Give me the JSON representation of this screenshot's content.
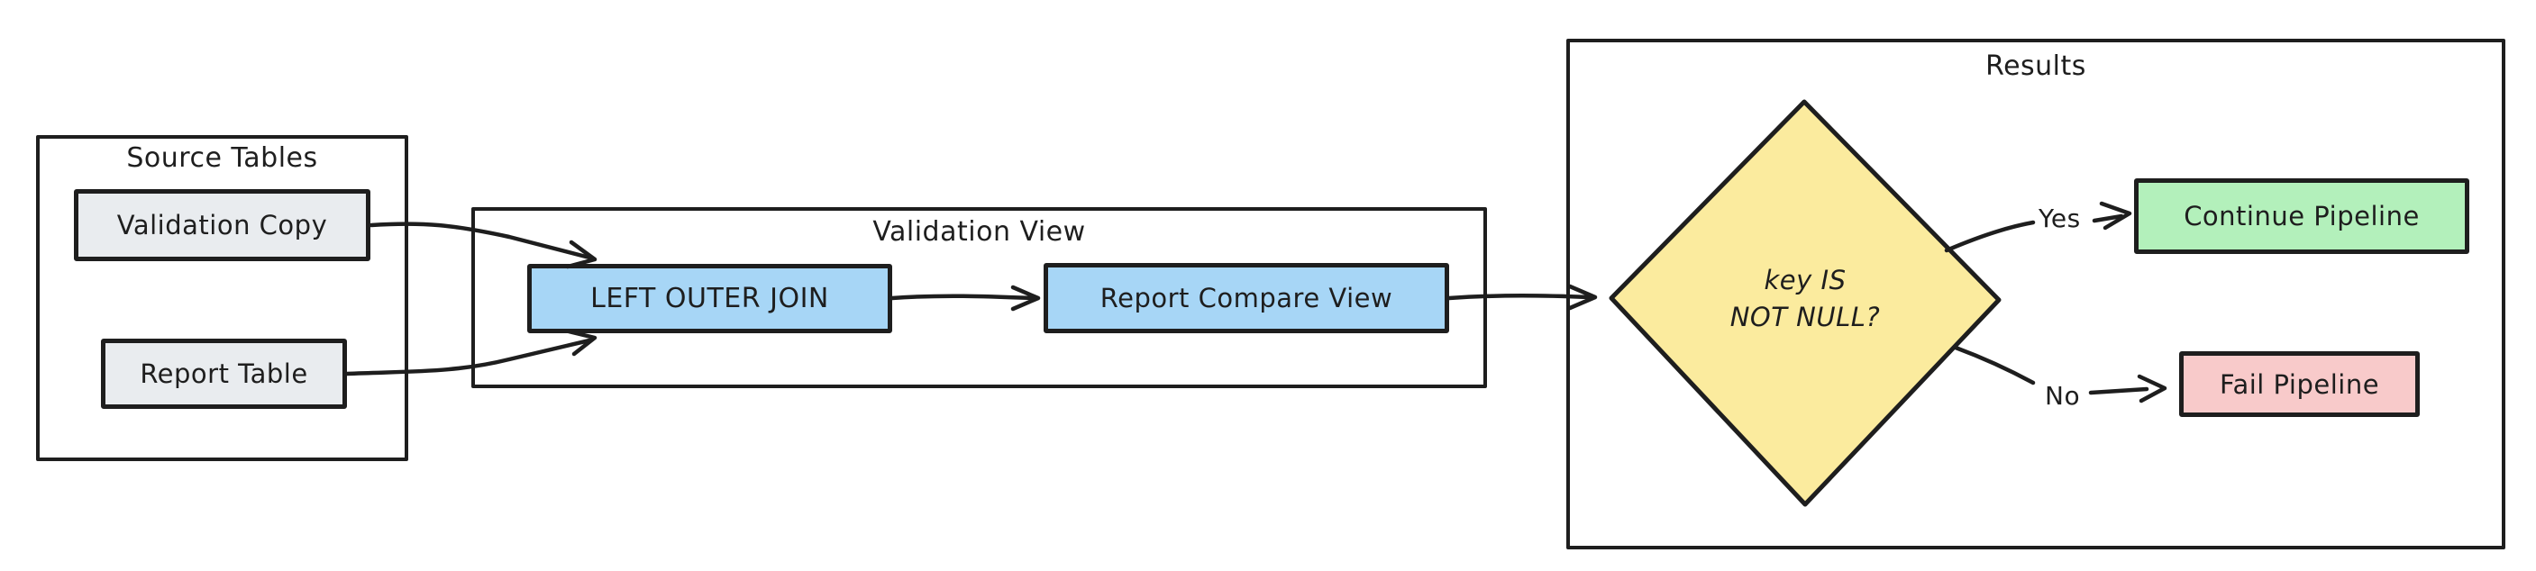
{
  "colors": {
    "stroke": "#1e1e1e",
    "background": "#ffffff",
    "node_gray": "#e9ecef",
    "node_blue": "#a7d6f6",
    "node_yellow": "#fbeb9e",
    "node_green": "#b3f0bb",
    "node_red": "#f8caca"
  },
  "diagram": {
    "groups": {
      "source_tables": {
        "title": "Source Tables"
      },
      "validation_view": {
        "title": "Validation View"
      },
      "results": {
        "title": "Results"
      }
    },
    "nodes": {
      "validation_copy": "Validation Copy",
      "report_table": "Report Table",
      "left_outer_join": "LEFT OUTER JOIN",
      "report_compare_view": "Report Compare View",
      "continue_pipeline": "Continue Pipeline",
      "fail_pipeline": "Fail Pipeline"
    },
    "decision": {
      "line1": "key IS",
      "line2": "NOT NULL?"
    },
    "edges": {
      "yes": "Yes",
      "no": "No"
    }
  }
}
